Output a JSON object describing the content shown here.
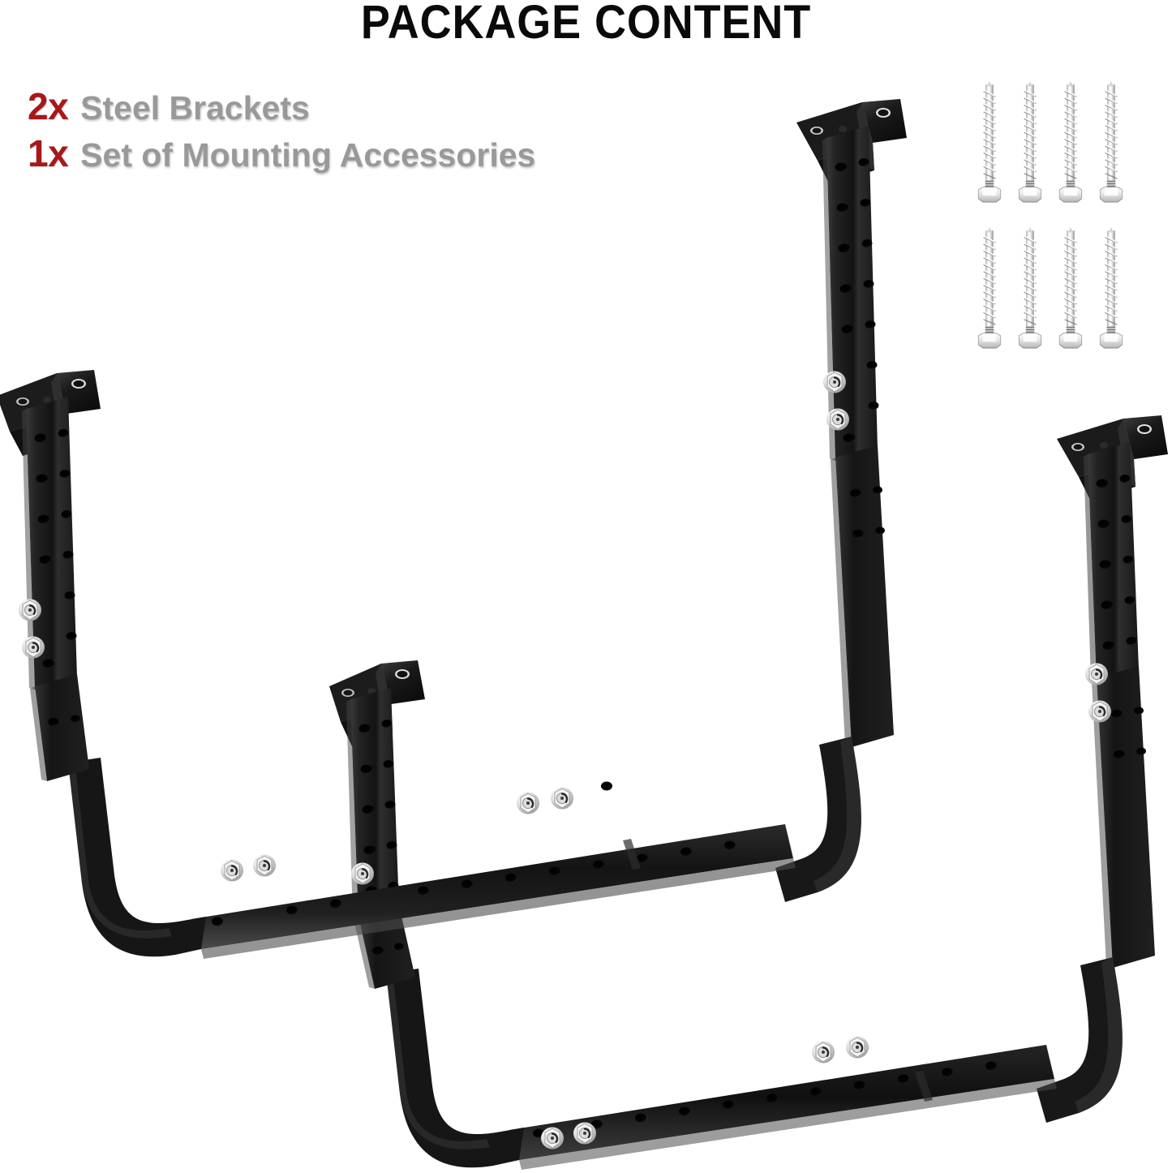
{
  "header": {
    "title": "PACKAGE CONTENT"
  },
  "package_contents": {
    "items": [
      {
        "qty": "2x",
        "label": "Steel Brackets"
      },
      {
        "qty": "1x",
        "label": "Set of Mounting Accessories"
      }
    ]
  },
  "colors": {
    "title": "#0a0a0a",
    "quantity_red": "#a81818",
    "label_gray": "#999999",
    "bracket_black": "#1c1c1c",
    "bracket_highlight": "#5a5a5a",
    "hardware_silver": "#d8d8d8",
    "background": "#ffffff"
  },
  "product_illustration": {
    "name": "ceiling-storage-brackets",
    "bracket_count": 2,
    "bracket_shape": "inverted-u",
    "post_count_per_bracket": 2,
    "features": [
      "triangular ceiling mounting flange",
      "perforated telescoping arms",
      "silver hex bolt adjustment joints",
      "rounded corner bends"
    ]
  },
  "accessories_illustration": {
    "name": "lag-screws",
    "count": 8,
    "rows": 2,
    "per_row": 4,
    "head_type": "hex",
    "finish": "zinc-plated-silver"
  }
}
